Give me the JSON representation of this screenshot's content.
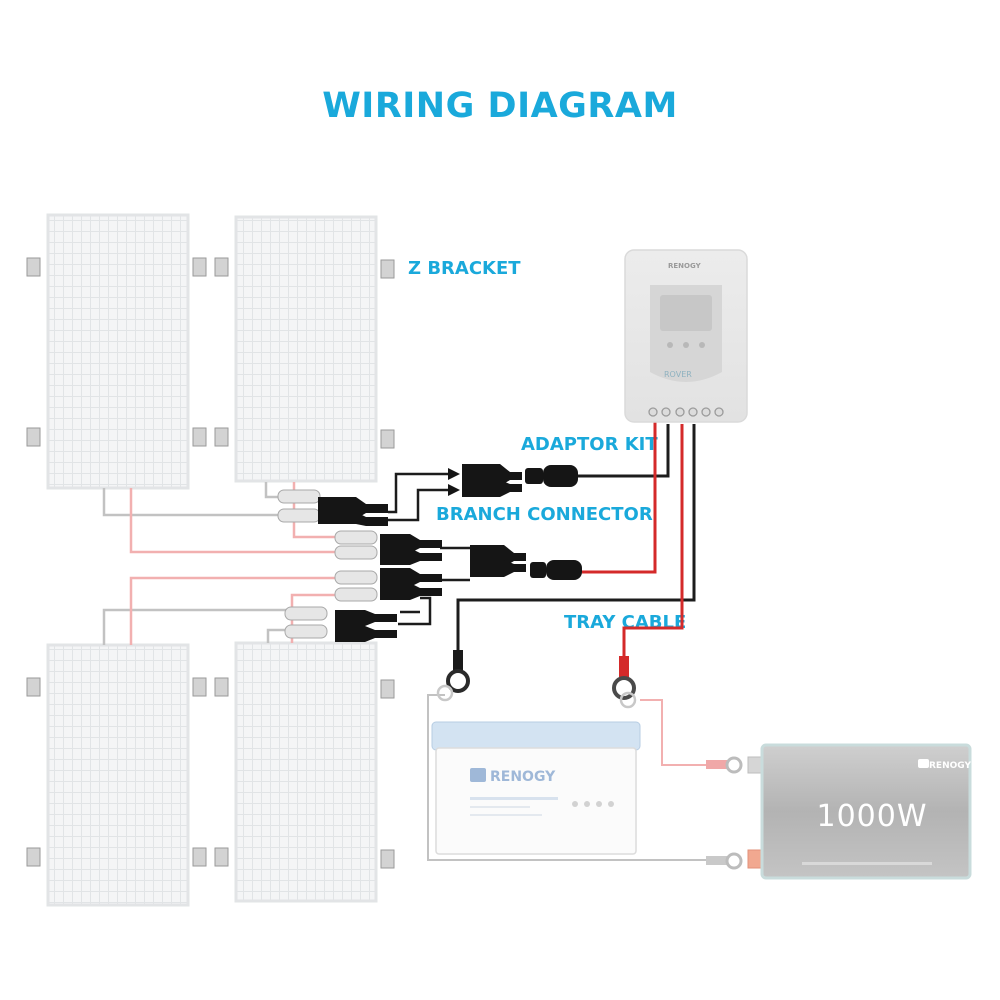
{
  "title": "WIRING DIAGRAM",
  "labels": {
    "z_bracket": "Z BRACKET",
    "adaptor_kit": "ADAPTOR KIT",
    "branch_connector": "BRANCH CONNECTOR",
    "tray_cable": "TRAY CABLE"
  },
  "controller": {
    "brand": "RENOGY",
    "model": "ROVER"
  },
  "battery": {
    "brand": "RENOGY"
  },
  "inverter": {
    "brand": "RENOGY",
    "power": "1000W"
  },
  "colors": {
    "accent": "#1aa9db",
    "positive_wire": "#d42a2a",
    "negative_wire": "#1c1c1c",
    "faded_positive": "#f2b0b0",
    "faded_negative": "#bdbdbd"
  }
}
